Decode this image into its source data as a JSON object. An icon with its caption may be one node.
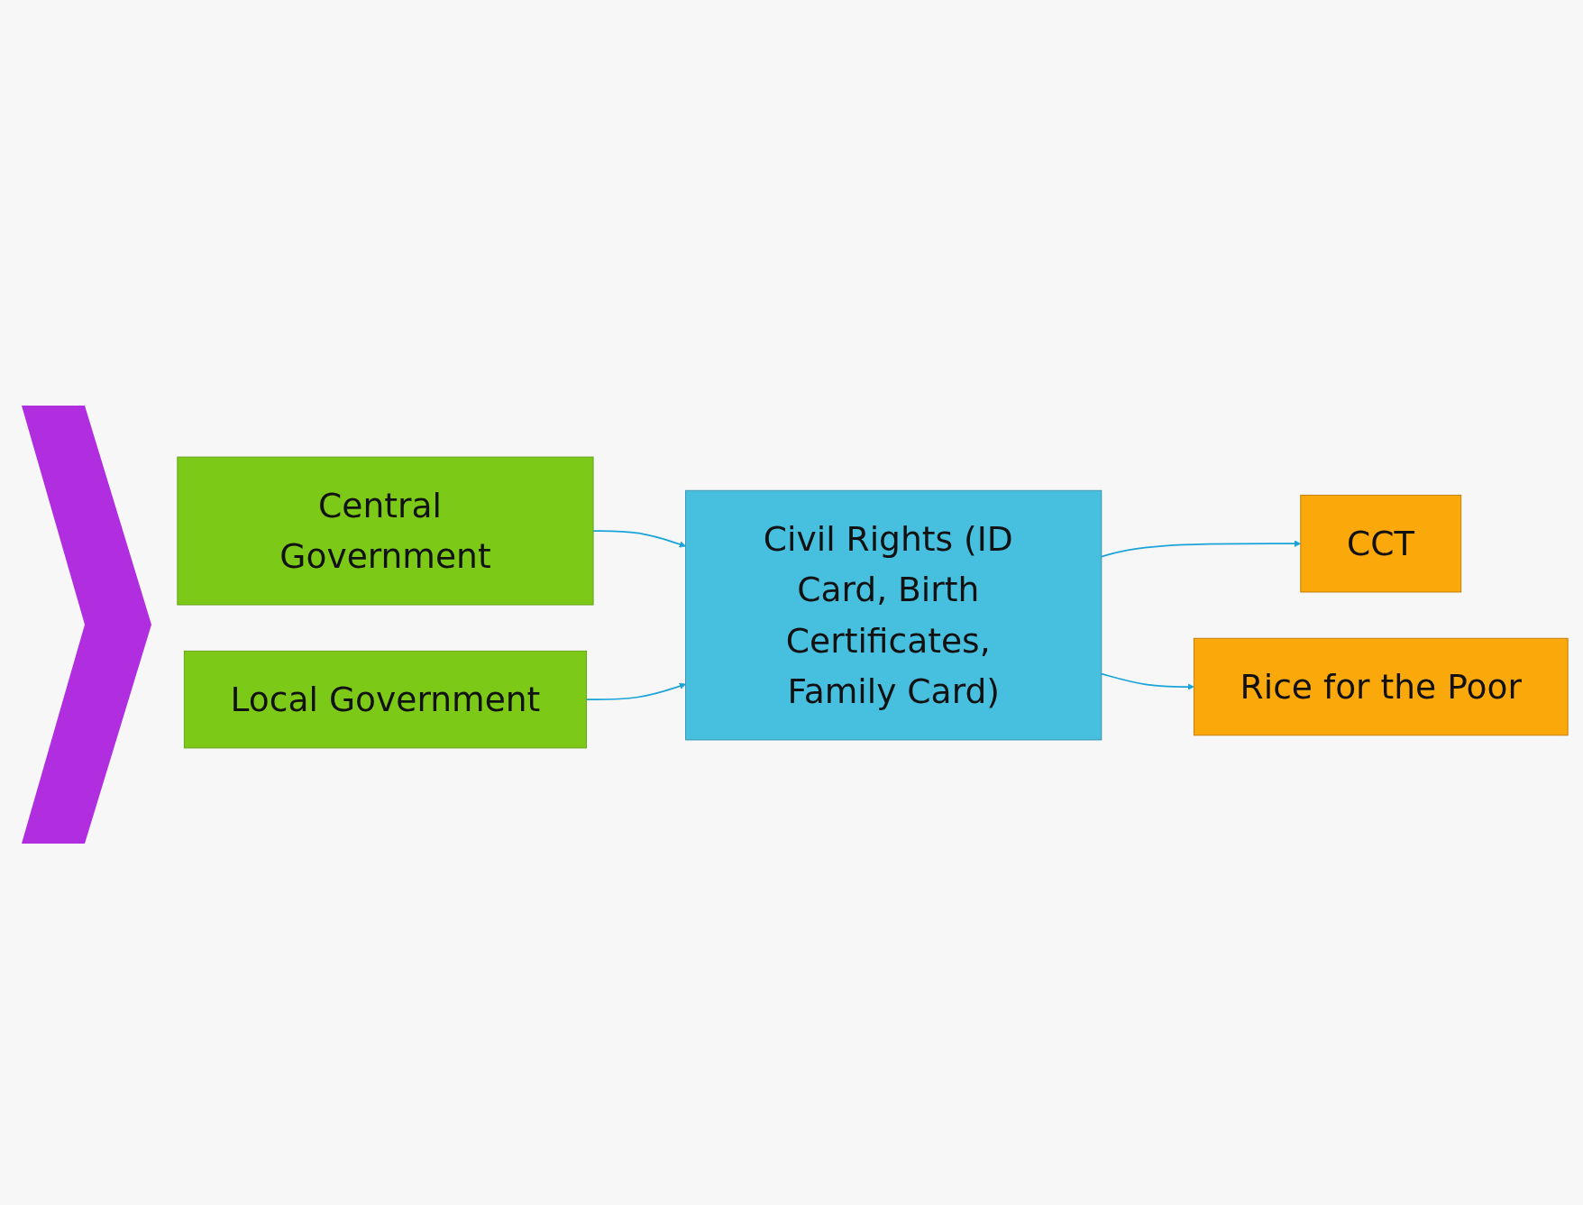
{
  "diagram": {
    "nodes": [
      {
        "text": [
          "Central Government"
        ]
      },
      {
        "text": [
          "CCT"
        ]
      },
      {
        "text": [
          "Civil Rights (ID Card, Birth Certificates, Family Card)"
        ]
      },
      {
        "text": [
          "Rice for the Poor"
        ]
      },
      {
        "text": [
          "Local Government"
        ]
      },
      {
        "text": [],
        "shape": "chevron"
      }
    ],
    "edges": [
      {
        "from": 0,
        "to": 2,
        "arrow": "to"
      },
      {
        "from": 2,
        "to": 1,
        "arrow": "to"
      },
      {
        "from": 2,
        "to": 3,
        "arrow": "to"
      },
      {
        "from": 4,
        "to": 2,
        "arrow": "to"
      }
    ]
  }
}
